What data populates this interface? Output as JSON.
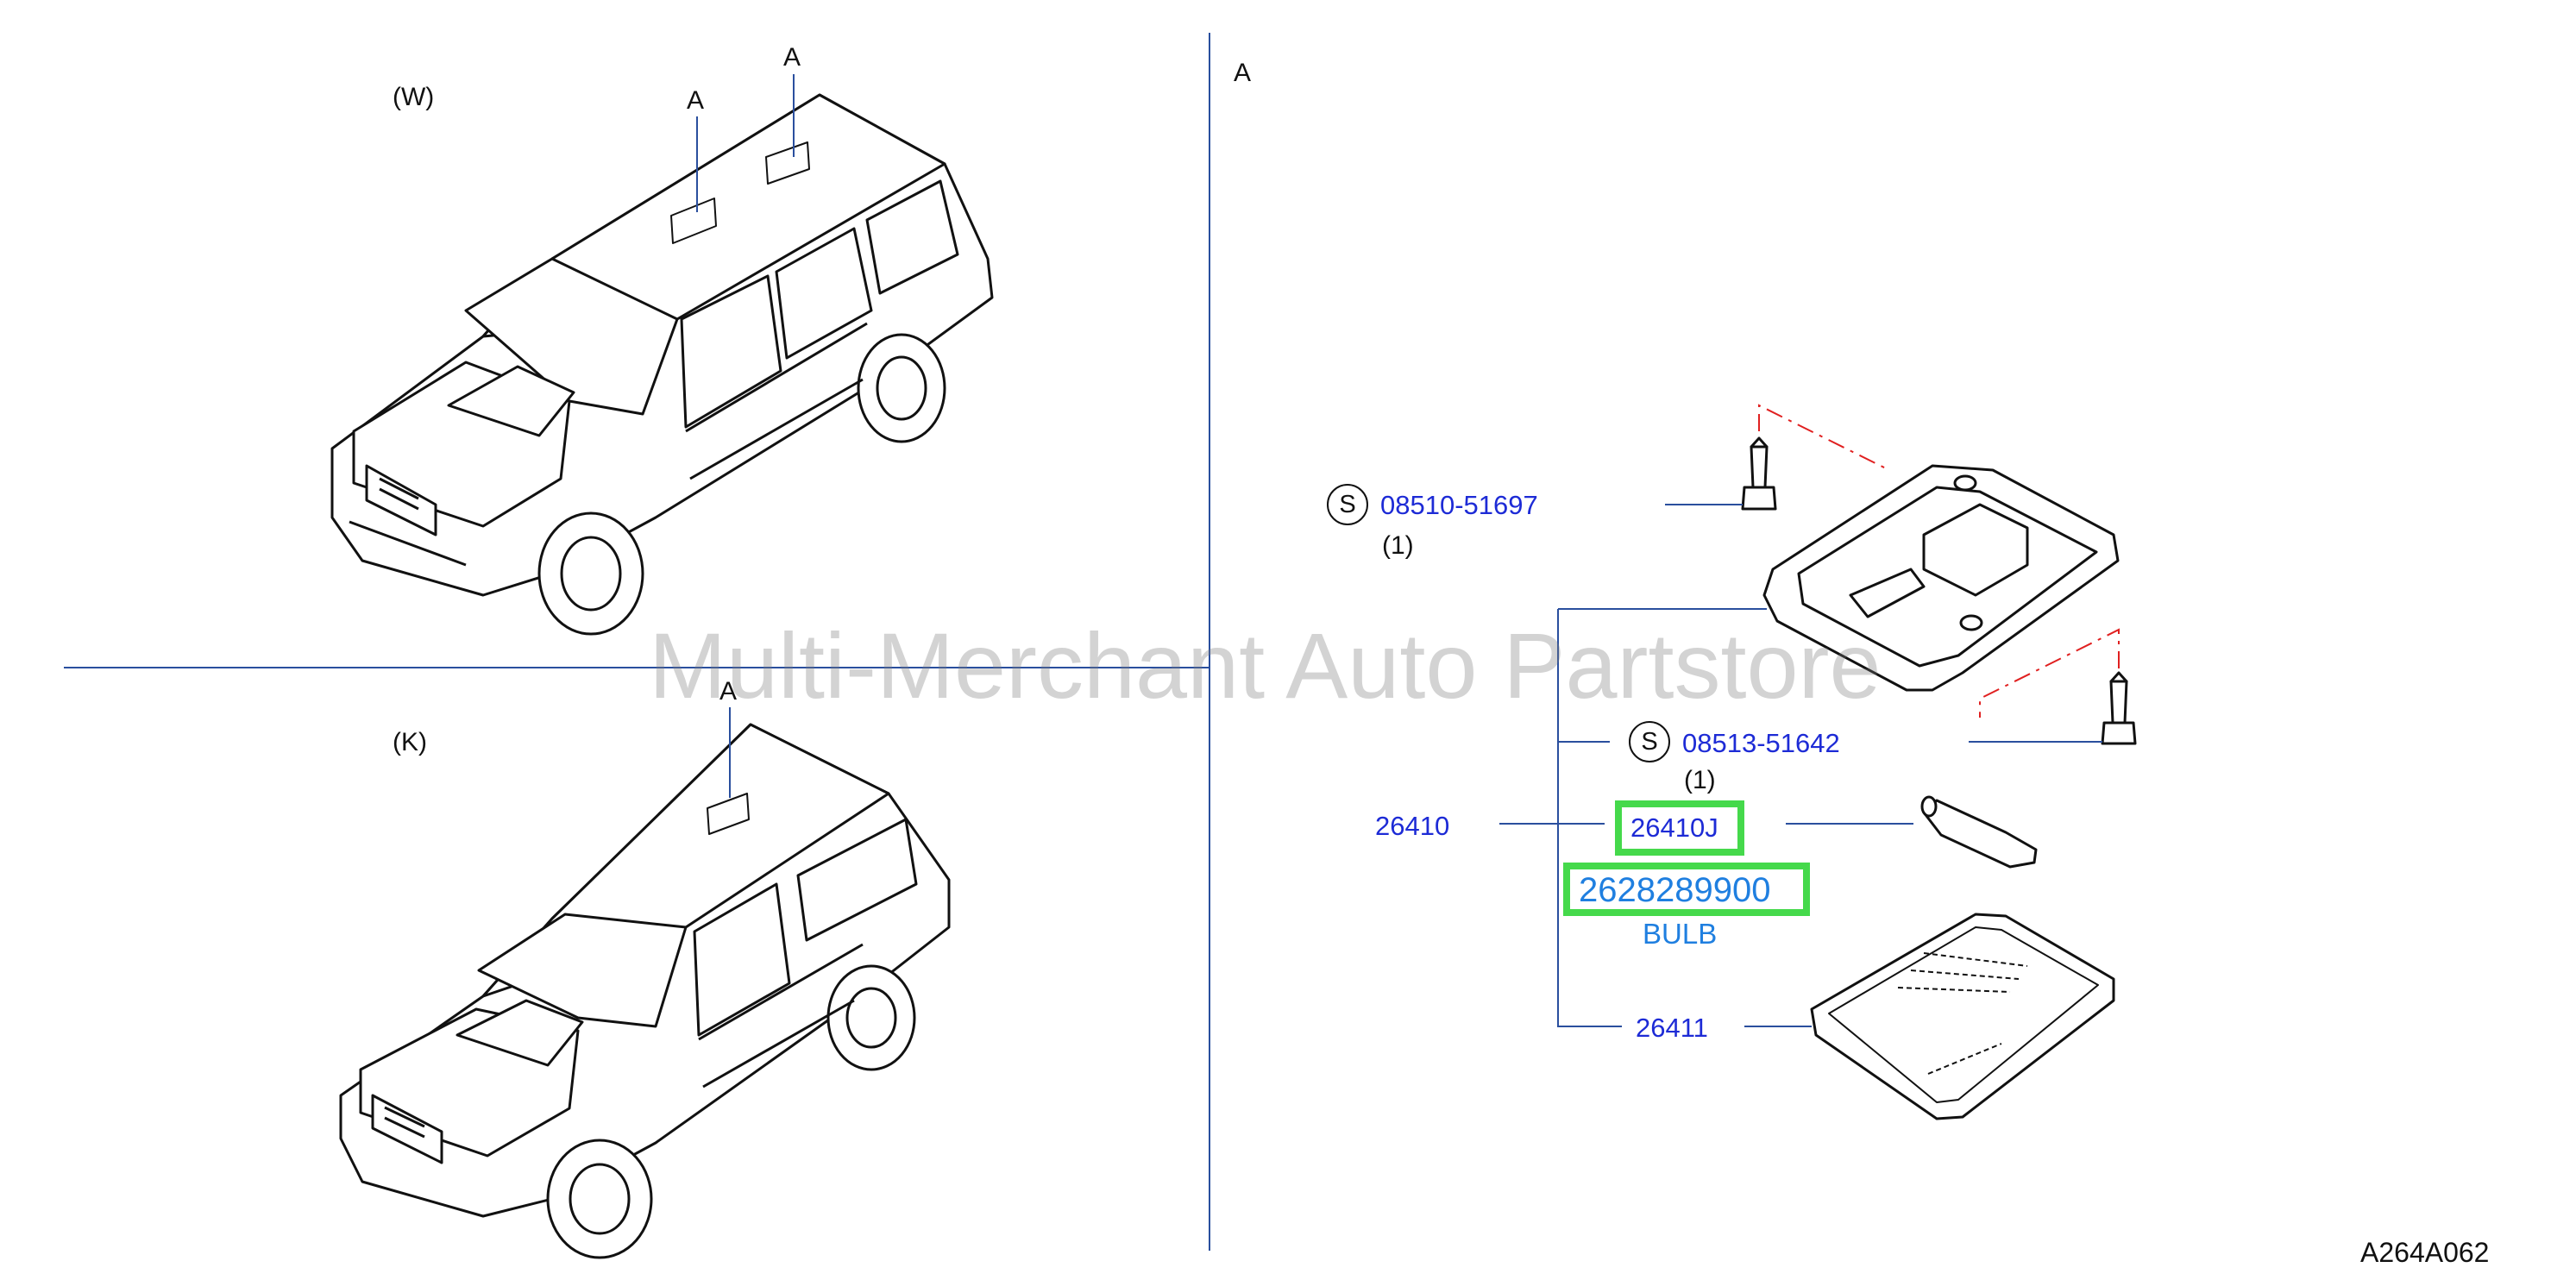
{
  "diagram": {
    "views": [
      {
        "label": "(W)",
        "callouts": [
          "A",
          "A"
        ]
      },
      {
        "label": "(K)",
        "callouts": [
          "A"
        ]
      }
    ],
    "detail": {
      "label": "A"
    },
    "parts": [
      {
        "symbol": "S",
        "number": "08510-51697",
        "qty": "(1)"
      },
      {
        "symbol": "S",
        "number": "08513-51642",
        "qty": "(1)"
      },
      {
        "number": "26410"
      },
      {
        "number": "26410J",
        "highlighted": true
      },
      {
        "number": "2628289900",
        "name": "BULB",
        "highlighted": true
      },
      {
        "number": "26411"
      }
    ],
    "watermark": "Multi-Merchant Auto Partstore",
    "diagram_code": "A264A062"
  },
  "colors": {
    "callout_text": "#1d2bd6",
    "highlight": "#45d94b",
    "bulb_text": "#1f7fe0",
    "leader_line": "#2a4f9e",
    "phantom_line": "#e02020"
  }
}
